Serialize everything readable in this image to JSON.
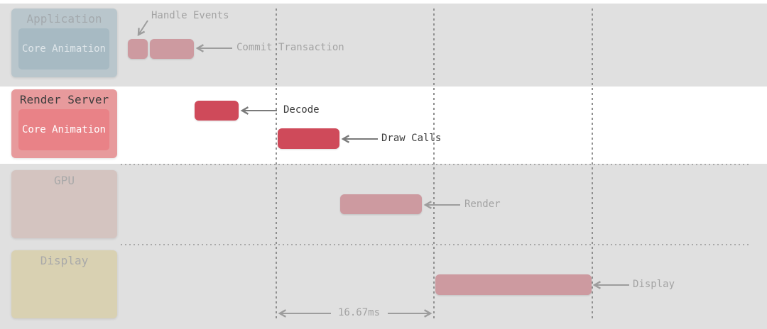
{
  "lanes": {
    "application": {
      "title": "Application",
      "inner": "Core Animation"
    },
    "render_server": {
      "title": "Render Server",
      "inner": "Core Animation"
    },
    "gpu": {
      "title": "GPU"
    },
    "display": {
      "title": "Display"
    }
  },
  "labels": {
    "handle_events": "Handle Events",
    "commit_transaction": "Commit Transaction",
    "decode": "Decode",
    "draw_calls": "Draw Calls",
    "render": "Render",
    "display": "Display",
    "frame_interval": "16.67ms"
  },
  "colors": {
    "faded_block": "#cd9aa0",
    "active_block": "#cf4a5a",
    "dim_band": "#e0e0e0",
    "active_band": "#ffffff"
  }
}
